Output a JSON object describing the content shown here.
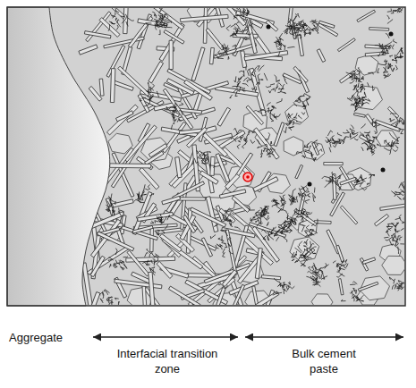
{
  "diagram": {
    "labels": [
      "Aggregate",
      "Interfacial transition zone",
      "Bulk cement paste"
    ]
  }
}
